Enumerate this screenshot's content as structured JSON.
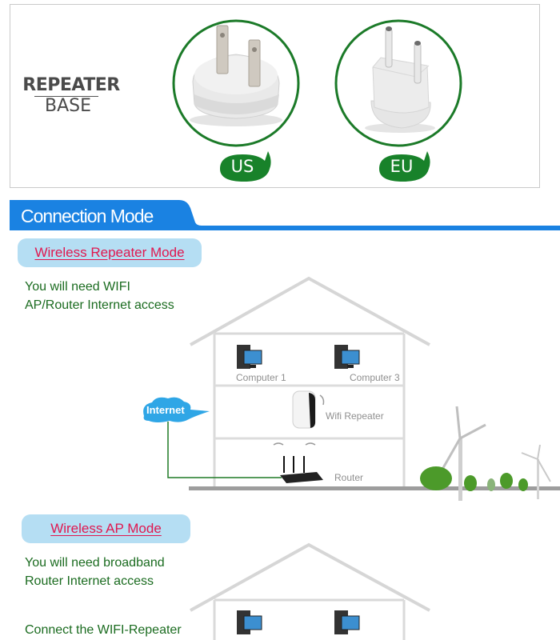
{
  "base_panel": {
    "title_line1": "REPEATER",
    "title_line2": "BASE",
    "plugs": [
      {
        "name": "US",
        "label": "US",
        "icon": "us-plug-icon"
      },
      {
        "name": "EU",
        "label": "EU",
        "icon": "eu-plug-icon"
      }
    ]
  },
  "section": {
    "title": "Connection Mode"
  },
  "modes": [
    {
      "title": "Wireless Repeater Mode",
      "description_lines": [
        "You will need WIFI",
        "AP/Router Internet access"
      ],
      "diagram": {
        "cloud_label": "Internet",
        "computers": [
          "Computer 1",
          "Computer 3"
        ],
        "repeater_label": "Wifi Repeater",
        "router_label": "Router",
        "icons": [
          "house-icon",
          "computer-icon",
          "wifi-signal-icon",
          "repeater-device-icon",
          "router-icon",
          "internet-cloud-icon",
          "wind-turbine-icon",
          "tree-icon"
        ]
      }
    },
    {
      "title": "Wireless AP Mode",
      "description_lines": [
        "You will need broadband",
        "Router Internet access"
      ],
      "extra_line": "Connect the WIFI-Repeater"
    }
  ],
  "colors": {
    "accent_blue": "#1a82e2",
    "pill_bg": "#b5def3",
    "mode_title": "#e0174f",
    "note_green": "#1a6b1f",
    "badge_green": "#18822a",
    "cable_green": "#1f7a25"
  }
}
